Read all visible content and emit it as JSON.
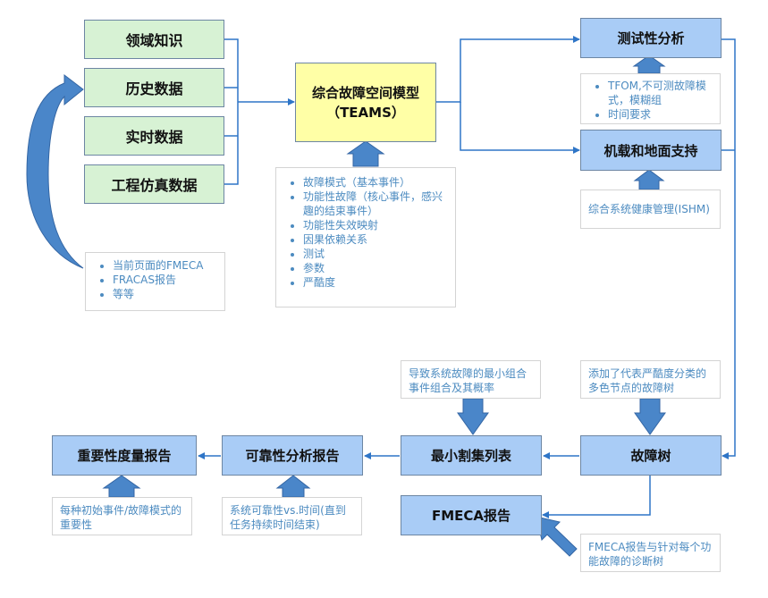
{
  "sources": {
    "domain_knowledge": "领域知识",
    "historical_data": "历史数据",
    "realtime_data": "实时数据",
    "engineering_sim_data": "工程仿真数据"
  },
  "teams_model": {
    "title": "综合故障空间模型",
    "subtitle": "（TEAMS）"
  },
  "testability": "测试性分析",
  "onboard_ground": "机载和地面支持",
  "fault_tree": "故障树",
  "min_cut_sets": "最小割集列表",
  "reliability_report": "可靠性分析报告",
  "importance_report": "重要性度量报告",
  "fmeca_report": "FMECA报告",
  "notes": {
    "feedback": [
      "当前页面的FMECA",
      "FRACAS报告",
      "等等"
    ],
    "teams_inputs": [
      "故障模式（基本事件）",
      "功能性故障（核心事件，感兴趣的结束事件）",
      "功能性失效映射",
      "因果依赖关系",
      "测试",
      "参数",
      "严酷度"
    ],
    "testability": [
      "TFOM,不可测故障模式，模糊组",
      "时间要求"
    ],
    "ishm": "综合系统健康管理(ISHM)",
    "fault_tree": "添加了代表严酷度分类的多色节点的故障树",
    "min_cut": "导致系统故障的最小组合事件组合及其概率",
    "reliability": "系统可靠性vs.时间(直到任务持续时间结束)",
    "importance": "每种初始事件/故障模式的重要性",
    "fmeca": "FMECA报告与针对每个功能故障的诊断树"
  },
  "colors": {
    "connector": "#2e75c7",
    "fat_arrow_fill": "#4a86c9",
    "source_fill": "#d7f2d4",
    "model_fill": "#ffffa6",
    "output_fill": "#a9ccf6",
    "note_text": "#4c8bc0"
  }
}
